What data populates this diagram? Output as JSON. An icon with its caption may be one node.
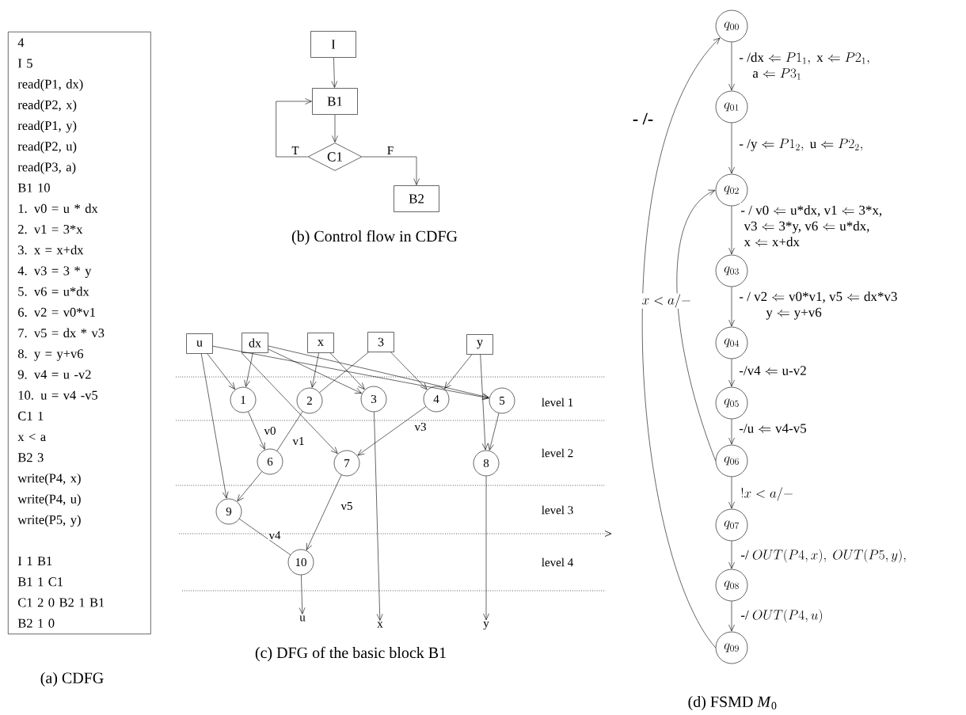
{
  "diagram": {
    "nodes": [
      {
        "text": [
          "4",
          "I 5",
          "read(P1, dx)",
          "read(P2, x)",
          "read(P1, y)",
          "read(P2, u)",
          "read(P3, a)",
          "B1 10",
          "1. v0 = u * dx",
          "2. v1 = 3*x",
          "3. x = x+dx",
          "4. v3 = 3 * y",
          "5. v6 = u*dx",
          "6. v2 = v0*v1",
          "7. v5 = dx * v3",
          "8. y = y+v6",
          "9. v4 = u -v2",
          "10. u = v4 -v5",
          "C1 1",
          "x < a",
          "B2 3",
          "write(P4, x)",
          "write(P4, u)",
          "write(P5, y)",
          "I 1 B1",
          "B1 1 C1",
          "C1 2 0 B2 1 B1",
          "B2 1 0"
        ]
      },
      {
        "text": [
          "I"
        ]
      },
      {
        "text": [
          "B1"
        ]
      },
      {
        "text": [
          "C1"
        ]
      },
      {
        "text": [
          "B2"
        ]
      },
      {
        "text": [
          "u"
        ]
      },
      {
        "text": [
          "dx"
        ]
      },
      {
        "text": [
          "x"
        ]
      },
      {
        "text": [
          "3"
        ]
      },
      {
        "text": [
          "y"
        ]
      },
      {
        "text": [
          "1"
        ]
      },
      {
        "text": [
          "2"
        ]
      },
      {
        "text": [
          "3"
        ]
      },
      {
        "text": [
          "4"
        ]
      },
      {
        "text": [
          "5"
        ]
      },
      {
        "text": [
          "6"
        ]
      },
      {
        "text": [
          "7"
        ]
      },
      {
        "text": [
          "8"
        ]
      },
      {
        "text": [
          "9"
        ]
      },
      {
        "text": [
          "10"
        ]
      },
      {
        "text": [
          "u"
        ]
      },
      {
        "text": [
          "x"
        ]
      },
      {
        "text": [
          "y"
        ]
      },
      {
        "text": [
          "q_{00}"
        ]
      },
      {
        "text": [
          "q_{01}"
        ]
      },
      {
        "text": [
          "q_{02}"
        ]
      },
      {
        "text": [
          "q_{03}"
        ]
      },
      {
        "text": [
          "q_{04}"
        ]
      },
      {
        "text": [
          "q_{05}"
        ]
      },
      {
        "text": [
          "q_{06}"
        ]
      },
      {
        "text": [
          "q_{07}"
        ]
      },
      {
        "text": [
          "q_{08}"
        ]
      },
      {
        "text": [
          "q_{09}"
        ]
      }
    ],
    "edges": [
      {
        "from": 1,
        "to": 2,
        "arrow": "to"
      },
      {
        "from": 2,
        "to": 3,
        "arrow": "to"
      },
      {
        "from": 3,
        "to": 2,
        "arrow": "to",
        "label": "T"
      },
      {
        "from": 3,
        "to": 4,
        "arrow": "to",
        "label": "F"
      },
      {
        "from": 5,
        "to": 10,
        "arrow": "to"
      },
      {
        "from": 5,
        "to": 18,
        "arrow": "to"
      },
      {
        "from": 5,
        "to": 14,
        "arrow": "to"
      },
      {
        "from": 6,
        "to": 10,
        "arrow": "to"
      },
      {
        "from": 6,
        "to": 12,
        "arrow": "to"
      },
      {
        "from": 6,
        "to": 16,
        "arrow": "to"
      },
      {
        "from": 6,
        "to": 14,
        "arrow": "to"
      },
      {
        "from": 7,
        "to": 11,
        "arrow": "to"
      },
      {
        "from": 7,
        "to": 12,
        "arrow": "to"
      },
      {
        "from": 8,
        "to": 11,
        "arrow": "none"
      },
      {
        "from": 8,
        "to": 13,
        "arrow": "to"
      },
      {
        "from": 9,
        "to": 13,
        "arrow": "to"
      },
      {
        "from": 9,
        "to": 17,
        "arrow": "to"
      },
      {
        "from": 10,
        "to": 15,
        "arrow": "to",
        "label": "v0"
      },
      {
        "from": 11,
        "to": 15,
        "arrow": "none",
        "label": "v1"
      },
      {
        "from": 13,
        "to": 16,
        "arrow": "to",
        "label": "v3"
      },
      {
        "from": 14,
        "to": 17,
        "arrow": "to"
      },
      {
        "from": 15,
        "to": 18,
        "arrow": "to"
      },
      {
        "from": 16,
        "to": 19,
        "arrow": "to",
        "label": "v5"
      },
      {
        "from": 18,
        "to": 19,
        "arrow": "none",
        "label": "v4"
      },
      {
        "from": 19,
        "to": 20,
        "arrow": "to"
      },
      {
        "from": 12,
        "to": 21,
        "arrow": "to"
      },
      {
        "from": 17,
        "to": 22,
        "arrow": "to"
      },
      {
        "from": 23,
        "to": 24,
        "arrow": "to",
        "label": "\\begin{array}{@{}l@{}}\\text{- /dx} \\Leftarrow P1_{1},\\ \\text{x} \\Leftarrow P2_{1},\\\\ \\quad\\text{a} \\Leftarrow P3_{1}\\end{array}"
      },
      {
        "from": 24,
        "to": 25,
        "arrow": "to",
        "label": "\\text{- /y} \\Leftarrow P1_{2},\\ \\text{u} \\Leftarrow P2_{2},"
      },
      {
        "from": 25,
        "to": 26,
        "arrow": "to",
        "label": "\\begin{array}{@{}l@{}}\\text{- / v0} \\Leftarrow \\text{u*dx, v1} \\Leftarrow \\text{3*x,}\\\\ \\ \\text{v3} \\Leftarrow \\text{3*y, v6} \\Leftarrow \\text{u*dx,}\\\\ \\ \\text{x} \\Leftarrow \\text{x+dx}\\end{array}"
      },
      {
        "from": 26,
        "to": 27,
        "arrow": "to",
        "label": "\\begin{array}{@{}l@{}}\\text{- / v2} \\Leftarrow \\text{v0*v1, v5} \\Leftarrow \\text{dx*v3}\\\\ \\quad\\quad\\text{y} \\Leftarrow \\text{y+v6}\\end{array}"
      },
      {
        "from": 27,
        "to": 28,
        "arrow": "to",
        "label": "\\text{-/v4} \\Leftarrow \\text{u-v2}"
      },
      {
        "from": 28,
        "to": 29,
        "arrow": "to",
        "label": "\\text{-/u} \\Leftarrow \\text{v4-v5}"
      },
      {
        "from": 29,
        "to": 30,
        "arrow": "to",
        "label": "!x < a/-"
      },
      {
        "from": 30,
        "to": 31,
        "arrow": "to",
        "label": "\\text{-/ }OUT(P4,x),\\ OUT(P5,y),"
      },
      {
        "from": 31,
        "to": 32,
        "arrow": "to",
        "label": "\\text{-/ }OUT(P4,u)"
      },
      {
        "from": 29,
        "to": 25,
        "arrow": "to",
        "label": "x < a/-"
      },
      {
        "from": 32,
        "to": 23,
        "arrow": "to",
        "label": "- /-"
      }
    ],
    "labels": [
      "(b) Control flow in CDFG",
      "level 1",
      "level 2",
      "level 3",
      "level 4",
      "(c) DFG of the basic block B1",
      "(a) CDFG",
      "(d) FSMD *M*$_{0}$"
    ]
  }
}
